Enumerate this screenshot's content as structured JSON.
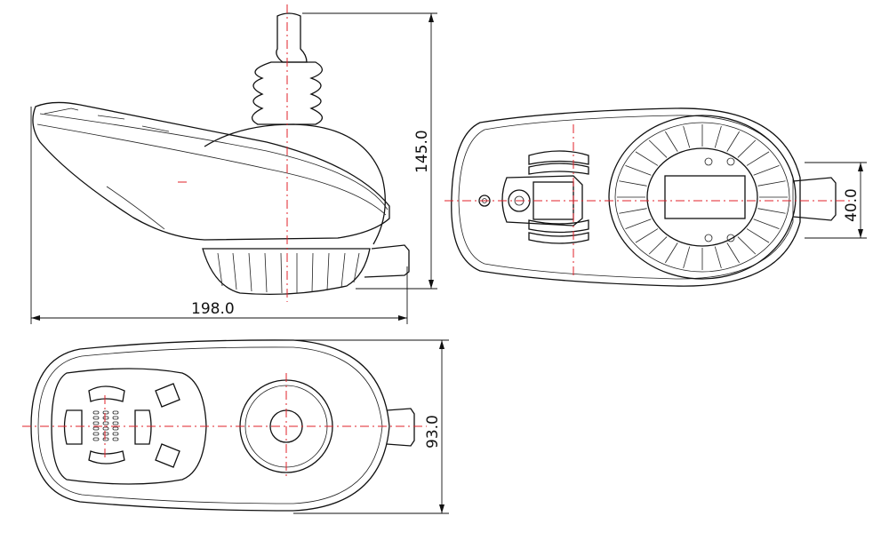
{
  "dimensions": {
    "height": "145.0",
    "length": "198.0",
    "connector_width": "40.0",
    "width": "93.0"
  },
  "colors": {
    "line": "#111111",
    "centerline": "#e0202a",
    "background": "#ffffff"
  }
}
